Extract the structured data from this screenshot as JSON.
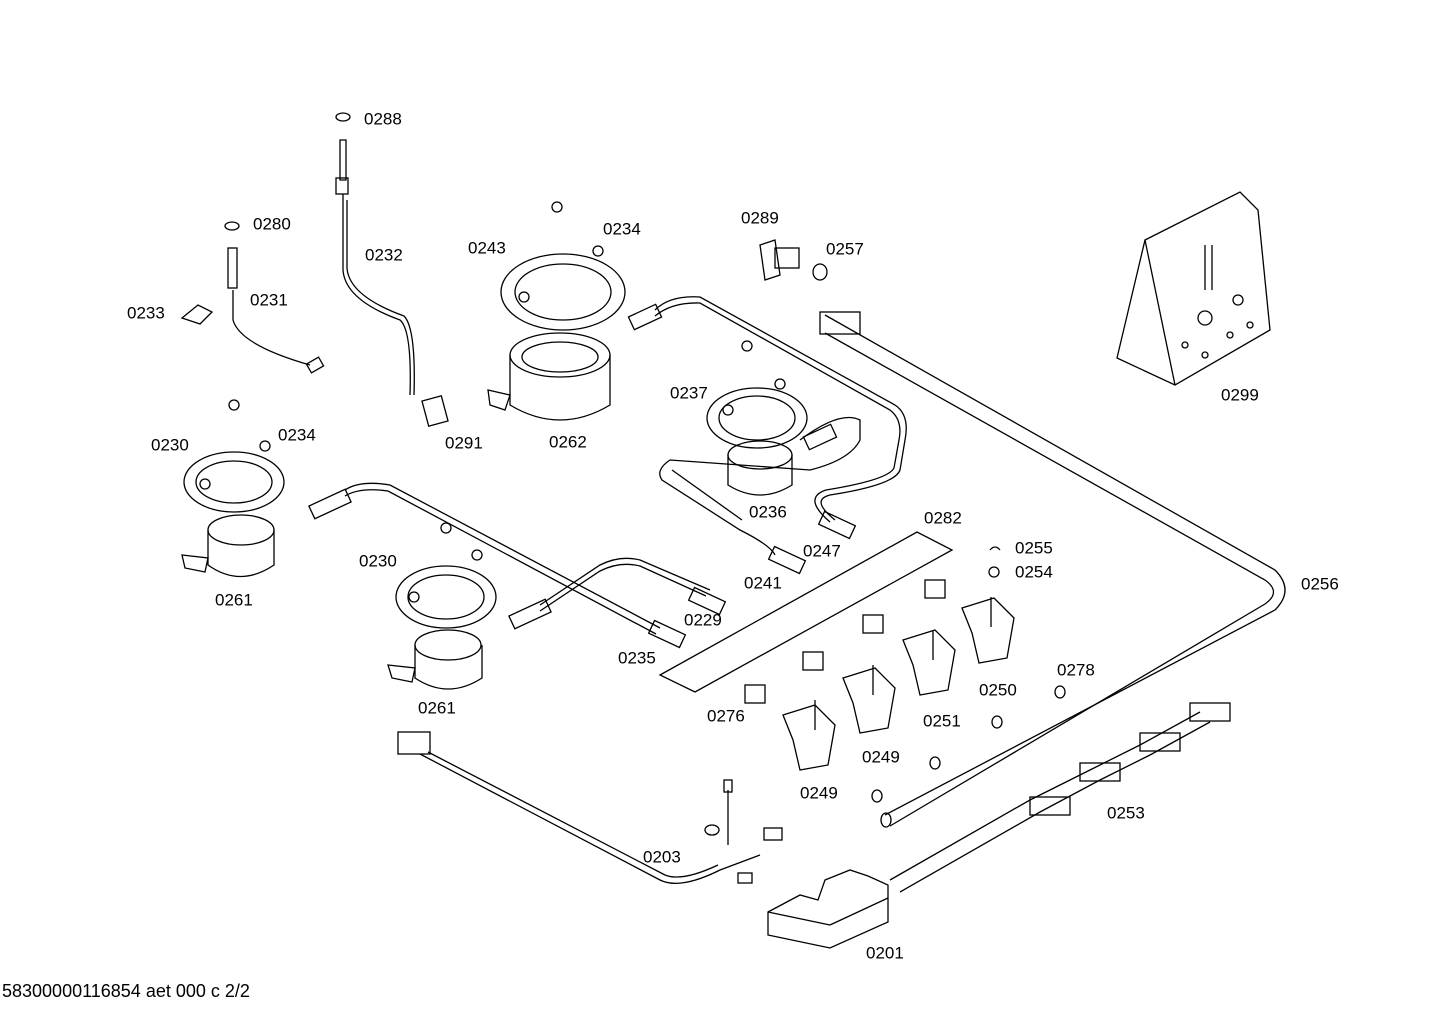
{
  "diagram": {
    "labels": [
      {
        "text": "0288"
      },
      {
        "text": "0280"
      },
      {
        "text": "0232"
      },
      {
        "text": "0231"
      },
      {
        "text": "0233"
      },
      {
        "text": "0243"
      },
      {
        "text": "0234"
      },
      {
        "text": "0289"
      },
      {
        "text": "0257"
      },
      {
        "text": "0299"
      },
      {
        "text": "0291"
      },
      {
        "text": "0262"
      },
      {
        "text": "0237"
      },
      {
        "text": "0230"
      },
      {
        "text": "0234"
      },
      {
        "text": "0236"
      },
      {
        "text": "0282"
      },
      {
        "text": "0255"
      },
      {
        "text": "0254"
      },
      {
        "text": "0256"
      },
      {
        "text": "0247"
      },
      {
        "text": "0241"
      },
      {
        "text": "0230"
      },
      {
        "text": "0261"
      },
      {
        "text": "0229"
      },
      {
        "text": "0235"
      },
      {
        "text": "0278"
      },
      {
        "text": "0250"
      },
      {
        "text": "0261"
      },
      {
        "text": "0276"
      },
      {
        "text": "0251"
      },
      {
        "text": "0249"
      },
      {
        "text": "0249"
      },
      {
        "text": "0253"
      },
      {
        "text": "0203"
      },
      {
        "text": "0201"
      }
    ],
    "footer": "58300000116854 aet 000 c 2/2"
  }
}
